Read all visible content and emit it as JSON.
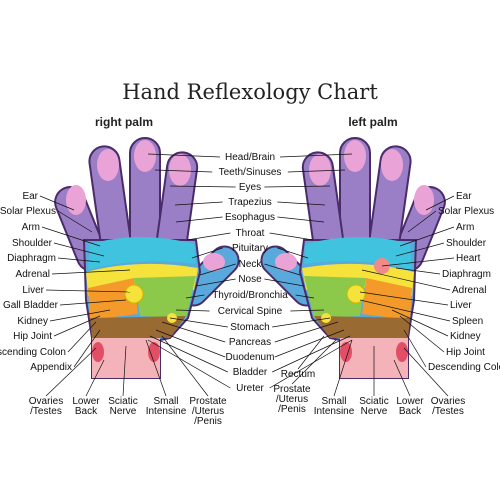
{
  "title": "Hand Reflexology Chart",
  "right_palm_title": "right palm",
  "left_palm_title": "left palm",
  "center_labels": [
    "Head/Brain",
    "Teeth/Sinuses",
    "Eyes",
    "Trapezius",
    "Esophagus",
    "Throat",
    "Pituitary",
    "Neck",
    "Nose",
    "Thyroid/Bronchia",
    "Cervical Spine",
    "Stomach",
    "Pancreas",
    "Duodenum",
    "Bladder",
    "Ureter"
  ],
  "right_side_labels": [
    "Ear",
    "Solar Plexus",
    "Arm",
    "Shoulder",
    "Diaphragm",
    "Adrenal",
    "Liver",
    "Gall Bladder",
    "Kidney",
    "Hip Joint",
    "Ascending Colon",
    "Appendix"
  ],
  "left_side_labels": [
    "Ear",
    "Solar Plexus",
    "Arm",
    "Shoulder",
    "Heart",
    "Diaphragm",
    "Adrenal",
    "Liver",
    "Spleen",
    "Kidney",
    "Hip Joint",
    "Descending Colon"
  ],
  "right_bottom_labels": [
    "Ovaries\n/Testes",
    "Lower\nBack",
    "Sciatic\nNerve",
    "Small\nIntensine",
    "Prostate\n/Uterus\n/Penis"
  ],
  "left_bottom_labels": [
    "Rectum",
    "Prostate\n/Uterus\n/Penis",
    "Small\nIntensine",
    "Sciatic\nNerve",
    "Lower\nBack",
    "Ovaries\n/Testes"
  ],
  "colors": {
    "finger_purple": "#9b7fc6",
    "finger_pink": "#e9a3d6",
    "palm_blue": "#5aa9dc",
    "zone_cyan": "#3fc3de",
    "zone_yellow": "#f5e23a",
    "zone_orange": "#f39a2b",
    "zone_green": "#8cc94a",
    "zone_brown": "#9a6a33",
    "wrist_pink": "#f4b3b8",
    "wrist_red": "#e24e66",
    "outline": "#4a2c6a"
  }
}
